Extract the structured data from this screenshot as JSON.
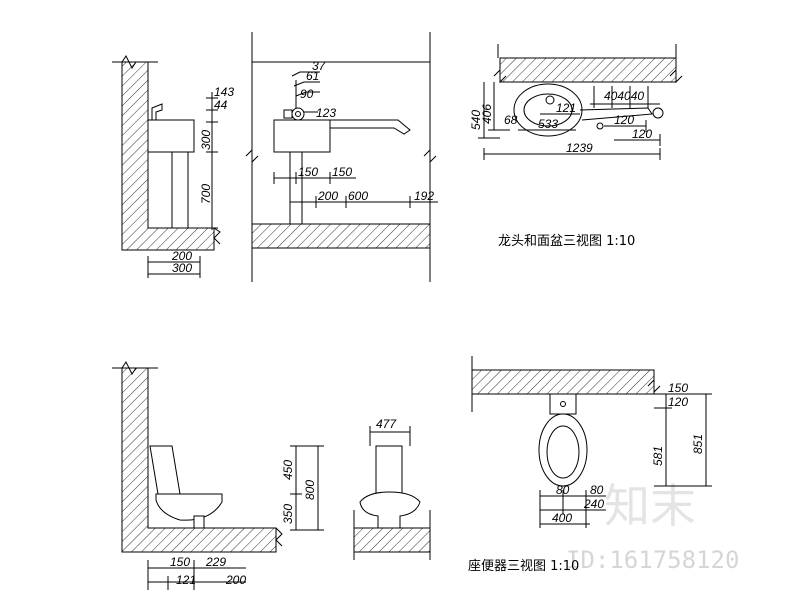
{
  "sink_side_view": {
    "dims": {
      "d143": "143",
      "d44": "44",
      "d300v": "300",
      "d700": "700",
      "d200": "200",
      "d300h": "300"
    }
  },
  "sink_front_view": {
    "dims": {
      "d37": "37",
      "d61": "61",
      "d90": "90",
      "d123": "123",
      "d150a": "150",
      "d150b": "150",
      "d200": "200",
      "d600": "600",
      "d192": "192"
    }
  },
  "sink_plan_view": {
    "dims": {
      "d540": "540",
      "d406": "406",
      "d121": "121",
      "d404040": "404040",
      "d68": "68",
      "d533": "533",
      "d120a": "120",
      "d120b": "120",
      "d1239": "1239"
    }
  },
  "sink_caption": "龙头和面盆三视图 1:10",
  "toilet_side_view": {
    "dims": {
      "d450": "450",
      "d800": "800",
      "d350": "350",
      "d150": "150",
      "d229": "229",
      "d121": "121",
      "d200": "200"
    }
  },
  "toilet_front_view": {
    "dims": {
      "d477": "477"
    }
  },
  "toilet_plan_view": {
    "dims": {
      "d150": "150",
      "d120": "120",
      "d581": "581",
      "d851": "851",
      "d80a": "80",
      "d80b": "80",
      "d240": "240",
      "d400": "400"
    }
  },
  "toilet_caption": "座便器三视图 1:10",
  "watermark": {
    "logo_text": "知末",
    "id_text": "ID:161758120"
  }
}
